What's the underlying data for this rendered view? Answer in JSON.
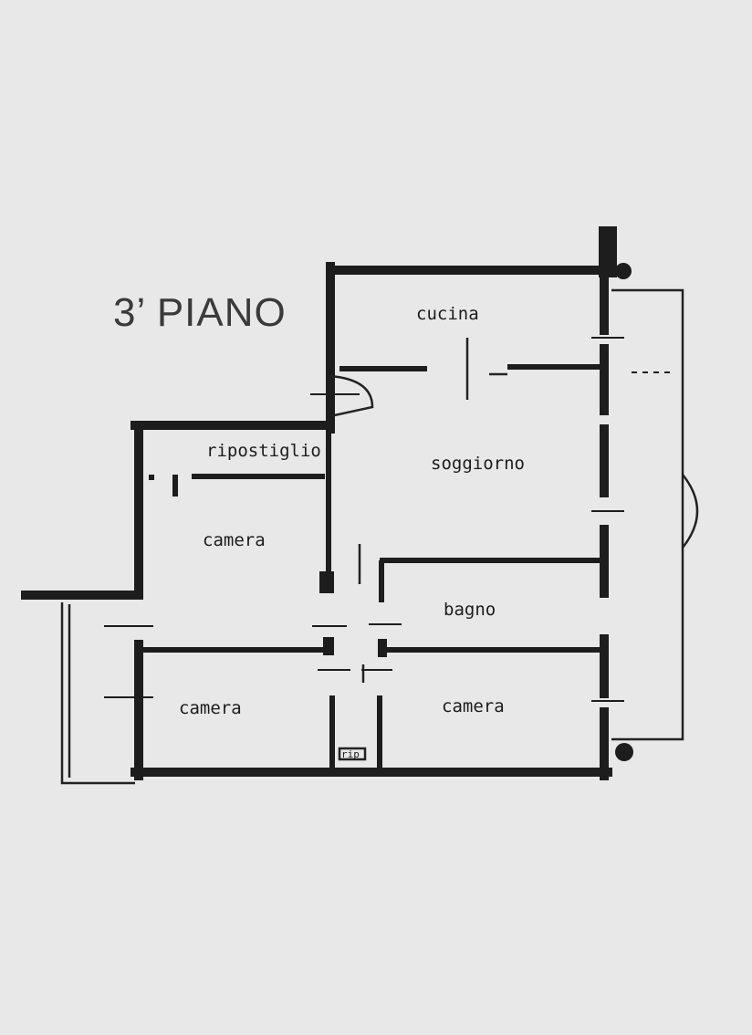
{
  "floor_title": "3’ PIANO",
  "rooms": {
    "cucina": "cucina",
    "soggiorno": "soggiorno",
    "ripostiglio": "ripostiglio",
    "camera_1": "camera",
    "bagno": "bagno",
    "camera_2": "camera",
    "camera_3": "camera",
    "rip": "rip"
  },
  "colors": {
    "background": "#e8e8e8",
    "walls": "#1d1d1d",
    "title": "#3a3a3a"
  }
}
